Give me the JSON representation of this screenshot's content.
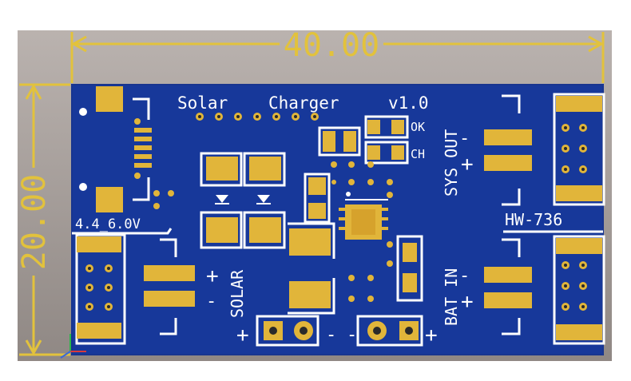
{
  "board": {
    "title_word1": "Solar",
    "title_word2": "Charger",
    "version": "v1.0",
    "model": "HW-736",
    "input_range": "4.4_6.0V",
    "led_ok": "OK",
    "led_ch": "CH",
    "sys_out_label": "SYS OUT",
    "bat_in_label": "BAT IN",
    "solar_label": "SOLAR",
    "plus": "+",
    "minus": "-"
  },
  "dimensions": {
    "width_label": "40.00",
    "height_label": "20.00"
  },
  "colors": {
    "board_blue": "#17389a",
    "copper_gold": "#e1b53a",
    "silkscreen": "#ffffff",
    "dimension_yellow": "#e2c23c",
    "background_taupe": "#a39994"
  }
}
